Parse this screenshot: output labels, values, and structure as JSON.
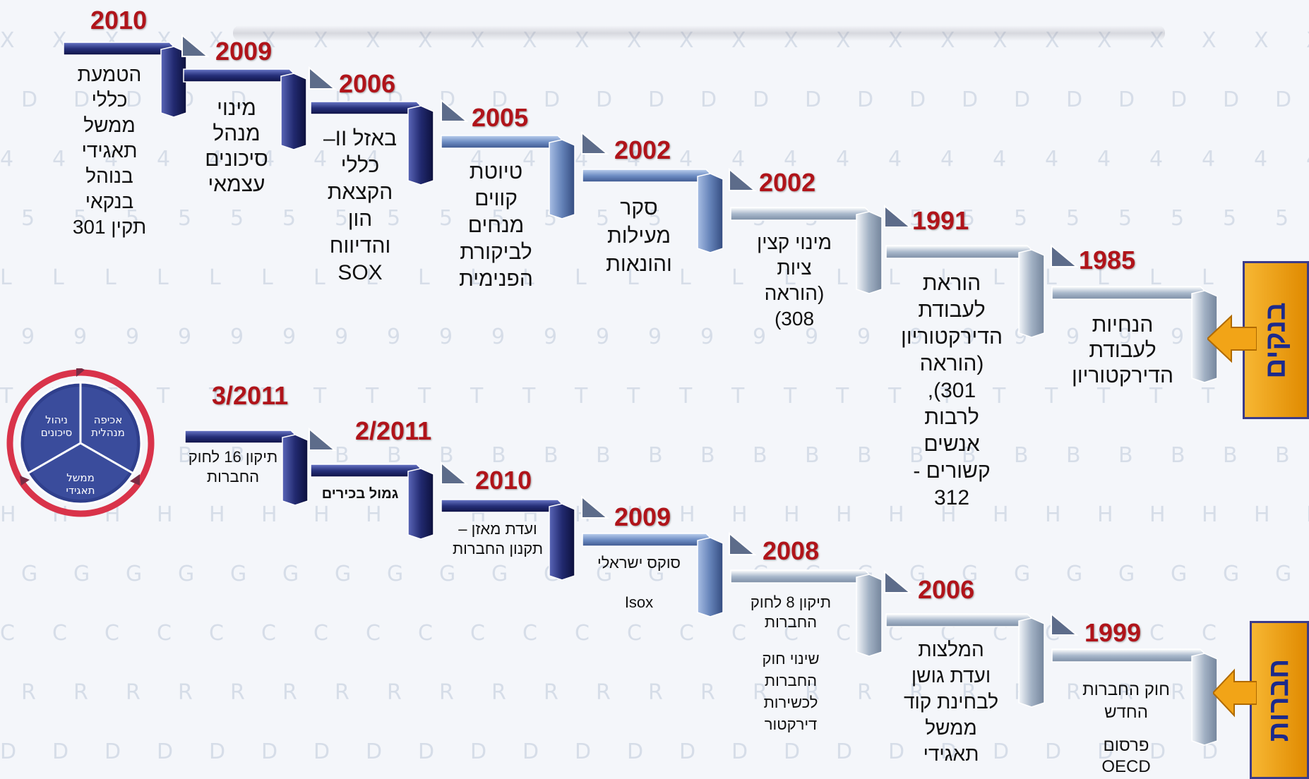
{
  "sidebar": {
    "banks": "בנקים",
    "companies": "חברות"
  },
  "cycle": {
    "top_left": [
      "ניהול",
      "סיכונים"
    ],
    "top_right": [
      "אכיפה",
      "מנהלית"
    ],
    "bottom": [
      "ממשל",
      "תאגידי"
    ]
  },
  "top_row": [
    {
      "year": "2010",
      "text": "הטמעת\nכללי\nממשל\nתאגידי\nבנוהל\nבנקאי\nתקין 301"
    },
    {
      "year": "2009",
      "text": "מינוי\nמנהל\nסיכונים\nעצמאי"
    },
    {
      "year": "2006",
      "text": "באזל II–\nכללי\nהקצאת\nהון\nוהדיווח\nSOX"
    },
    {
      "year": "2005",
      "text": "טיוטת\nקווים\nמנחים\nלביקורת\nהפנימית"
    },
    {
      "year": "2002",
      "text": "סקר\nמעילות\nוהונאות"
    },
    {
      "year": "2002",
      "text": "מינוי קצין\nציות\n(הוראה\n308)"
    },
    {
      "year": "1991",
      "text": "הוראת\nלעבודת\nהדירקטוריון\n(הוראה\n301),\nלרבות\nאנשים\nקשורים -\n312"
    },
    {
      "year": "1985",
      "text": "הנחיות\nלעבודת\nהדירקטוריון"
    }
  ],
  "bottom_row": [
    {
      "year": "3/2011",
      "text": "תיקון 16 לחוק\nהחברות"
    },
    {
      "year": "2/2011",
      "text": "גמול בכירים"
    },
    {
      "year": "2010",
      "text": "ועדת מאזן –\nתקנון החברות"
    },
    {
      "year": "2009",
      "text": "סוקס ישראלי\n\nIsox"
    },
    {
      "year": "2008",
      "text": "תיקון 8 לחוק\nהחברות",
      "text2": "שינוי חוק\nהחברות\nלכשירות\nדירקטור"
    },
    {
      "year": "2006",
      "text": "המלצות\nועדת גושן\nלבחינת קוד\nממשל\nתאגידי"
    },
    {
      "year": "1999",
      "text": "חוק החברות\nהחדש",
      "text2": "פרסום\nOECD"
    }
  ]
}
